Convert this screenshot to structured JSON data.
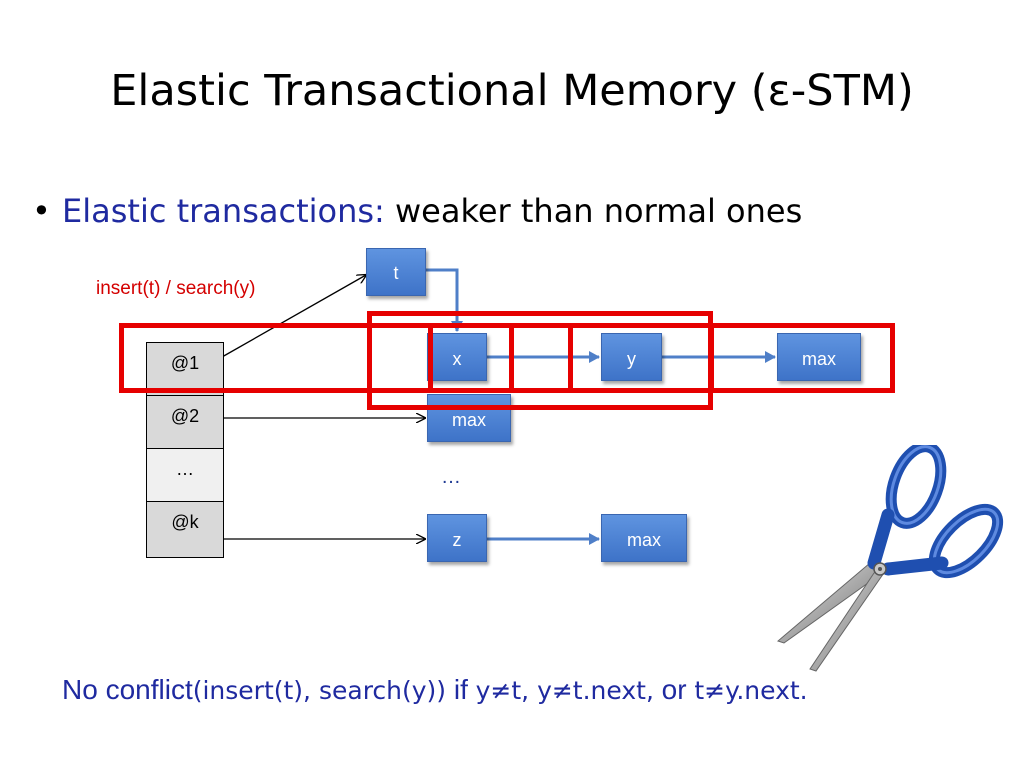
{
  "title": "Elastic Transactional Memory (ε-STM)",
  "bullet": {
    "marker": "•",
    "term": "Elastic transactions:",
    "text": " weaker than normal ones"
  },
  "operation_label": "insert(t) / search(y)",
  "table": {
    "cells": [
      "@1",
      "@2",
      "…",
      "@k"
    ]
  },
  "nodes": {
    "t": "t",
    "x": "x",
    "y": "y",
    "max1": "max",
    "max2": "max",
    "z": "z",
    "max3": "max"
  },
  "ellipsis": "…",
  "footer": {
    "p1": "No conflict",
    "p2": "(insert(t),",
    "p3": " search(y))",
    "p4": " if ",
    "p5": "y≠t, y≠t.next,",
    "p6": " or ",
    "p7": "t≠y.next."
  },
  "colors": {
    "node_fill": "#4a7fd4",
    "highlight_red": "#e60000",
    "label_red": "#d40000",
    "footer_blue": "#1f2aa0"
  },
  "icons": {
    "scissors": "scissors-icon"
  }
}
